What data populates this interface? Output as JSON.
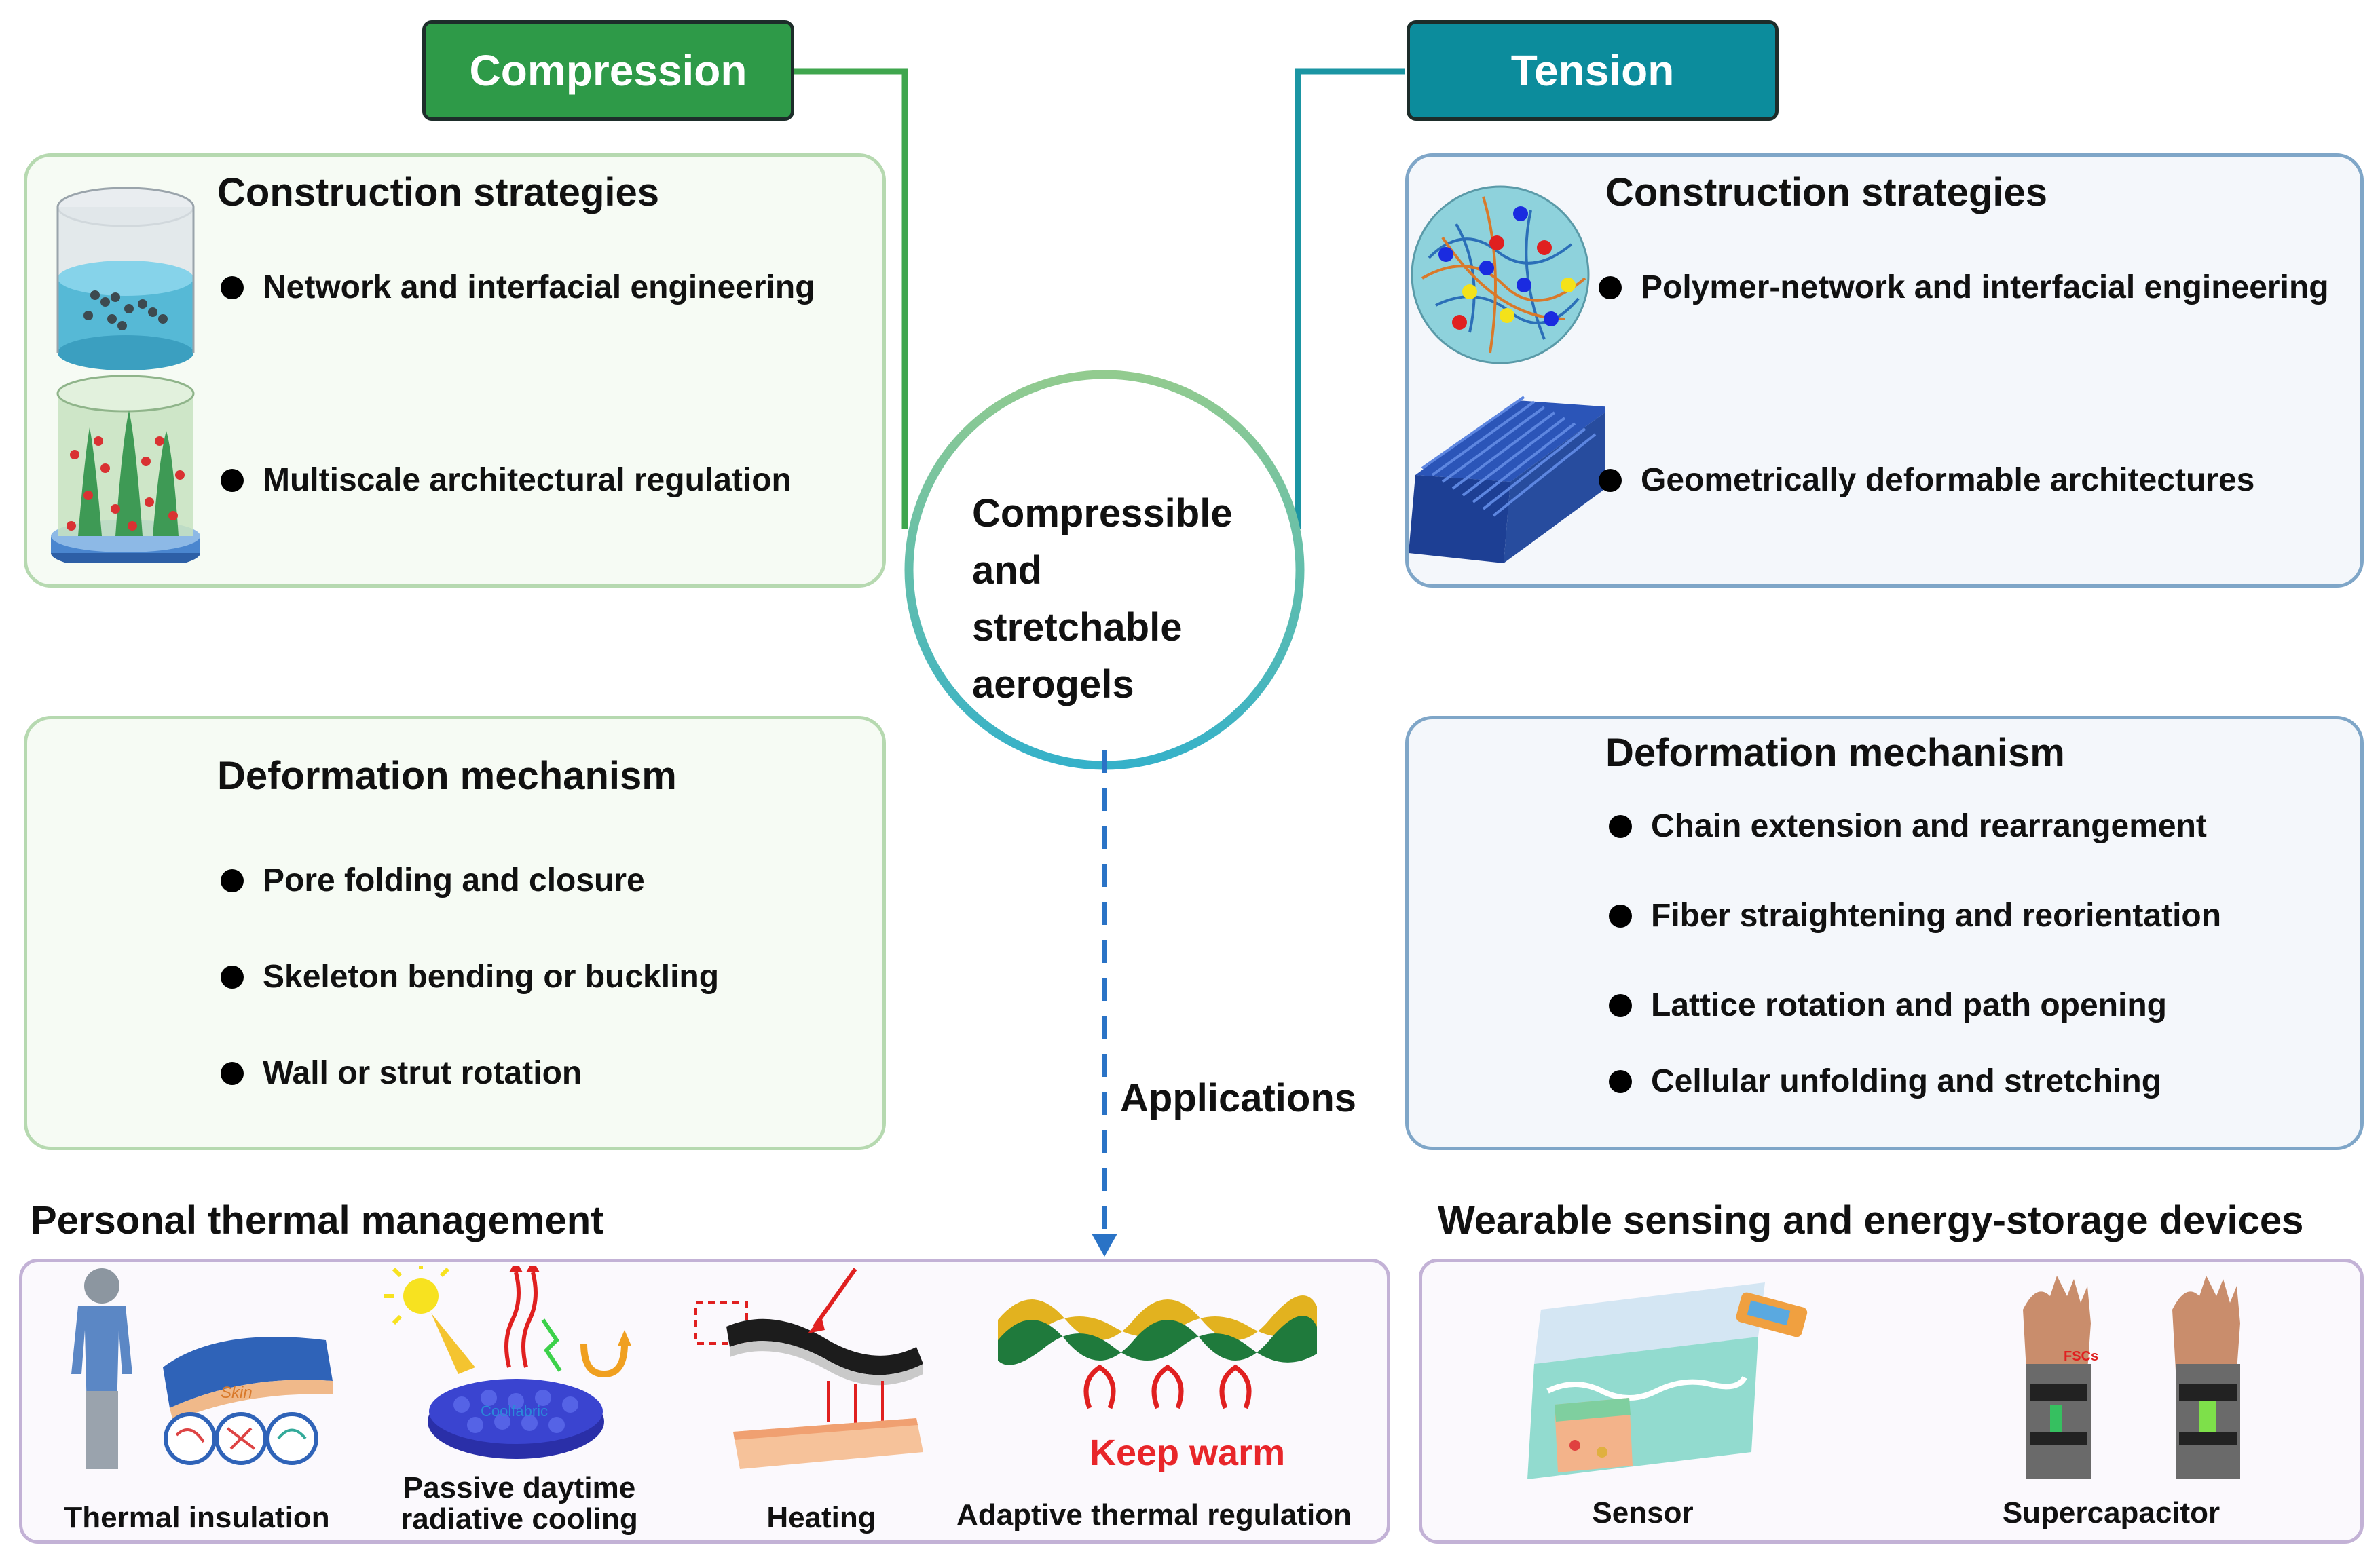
{
  "compression": {
    "header": "Compression",
    "construction": {
      "title": "Construction strategies",
      "items": [
        "Network and interfacial engineering",
        "Multiscale architectural regulation"
      ]
    },
    "deformation": {
      "title": "Deformation mechanism",
      "items": [
        "Pore folding and closure",
        "Skeleton bending or buckling",
        "Wall or strut rotation"
      ]
    }
  },
  "tension": {
    "header": "Tension",
    "construction": {
      "title": "Construction strategies",
      "items": [
        "Polymer-network and interfacial engineering",
        "Geometrically deformable architectures"
      ]
    },
    "deformation": {
      "title": "Deformation mechanism",
      "items": [
        "Chain extension and rearrangement",
        "Fiber straightening and reorientation",
        "Lattice rotation and path opening",
        "Cellular unfolding and stretching"
      ]
    }
  },
  "center": {
    "lines": [
      "Compressible",
      "and stretchable",
      "aerogels"
    ]
  },
  "applications_label": "Applications",
  "personal_thermal": {
    "title": "Personal thermal management",
    "items": [
      "Thermal insulation",
      "Passive daytime radiative cooling",
      "Heating",
      "Adaptive thermal regulation"
    ],
    "keep_warm": "Keep warm",
    "skin_label": "Skin",
    "coolfabric_label": "Coolfabric"
  },
  "wearable": {
    "title": "Wearable sensing and energy-storage devices",
    "items": [
      "Sensor",
      "Supercapacitor"
    ],
    "fsc_label": "FSCs"
  },
  "colors": {
    "compression": "#2e9a48",
    "tension": "#0c8c9c",
    "center_ring_top": "#8cc78e",
    "center_ring_bottom": "#3fb6c9",
    "arrow": "#2a73c6",
    "keep_warm": "#e8262a"
  }
}
